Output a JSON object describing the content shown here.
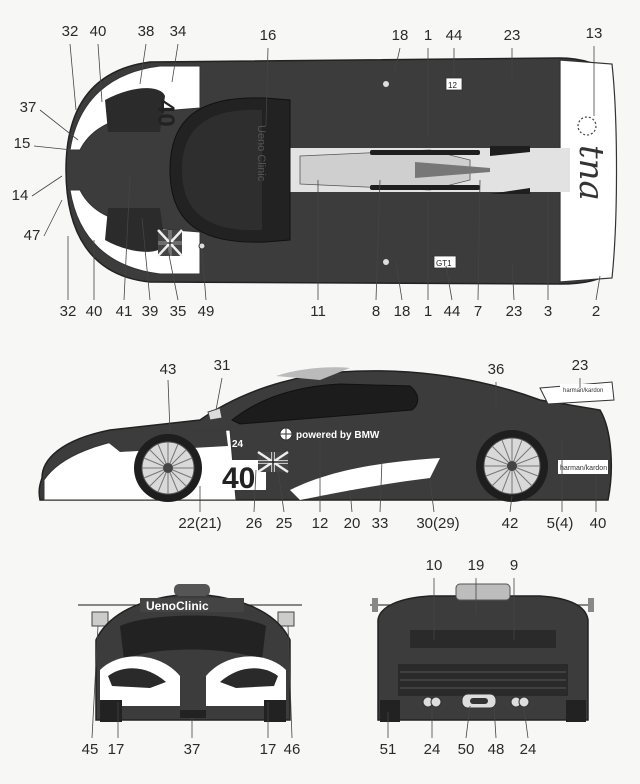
{
  "top_view": {
    "callouts_top": [
      "32",
      "40",
      "38",
      "34",
      "16",
      "18",
      "1",
      "44",
      "23",
      "13"
    ],
    "callouts_left": [
      "37",
      "15",
      "14",
      "47"
    ],
    "callouts_bottom": [
      "32",
      "40",
      "41",
      "39",
      "35",
      "49",
      "11",
      "8",
      "18",
      "1",
      "44",
      "7",
      "23",
      "3",
      "2"
    ],
    "car_number": "40",
    "logos": {
      "wing_logo": "tna",
      "roof_text": "Ueno Clinic",
      "roof_tag_a": "12",
      "roof_tag_b": "GT1"
    }
  },
  "side_view": {
    "callouts_top": [
      "43",
      "31",
      "36",
      "23"
    ],
    "callouts_bottom": [
      "22(21)",
      "26",
      "25",
      "12",
      "20",
      "33",
      "30(29)",
      "42",
      "5(4)",
      "40"
    ],
    "car_number": "40",
    "door_text": "powered by BMW",
    "door_number": "24",
    "sponsor": "harman/kardon"
  },
  "front_view": {
    "callouts": [
      "45",
      "17",
      "37",
      "17",
      "46"
    ],
    "banner": "UenoClinic"
  },
  "rear_view": {
    "callouts_top": [
      "10",
      "19",
      "9"
    ],
    "callouts_bottom": [
      "51",
      "24",
      "50",
      "48",
      "24"
    ]
  }
}
